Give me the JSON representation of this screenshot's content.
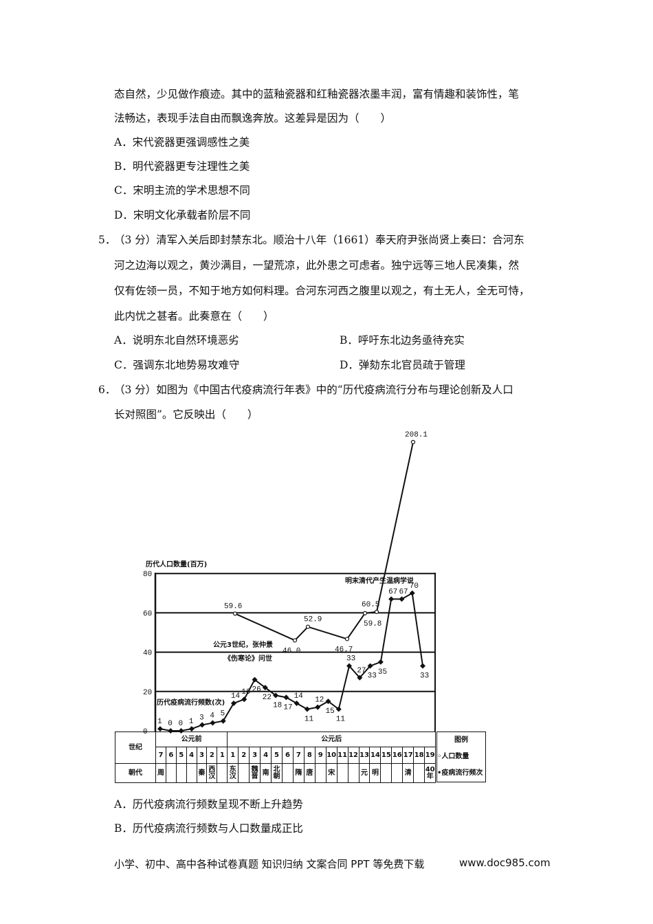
{
  "q4_cont": {
    "line1": "态自然，少见做作痕迹。其中的蓝釉瓷器和红釉瓷器浓墨丰润，富有情趣和装饰性，笔",
    "line2": "法畅达，表现手法自由而飘逸奔放。这差异是因为（　　）",
    "options": [
      "A．宋代瓷器更强调感性之美",
      "B．明代瓷器更专注理性之美",
      "C．宋明主流的学术思想不同",
      "D．宋明文化承载者阶层不同"
    ]
  },
  "q5": {
    "num": "5．",
    "line1": "（3 分）清军入关后即封禁东北。顺治十八年（1661）奉天府尹张尚贤上奏曰：合河东",
    "line2": "河之边海以观之，黄沙满目，一望荒凉，此外患之可虑者。独宁远等三地人民凑集，然",
    "line3": "仅有佐领一员，不知于地方如何料理。合河东河西之腹里以观之，有土无人，全无可恃，",
    "line4": "此内忧之甚者。此奏意在（　　）",
    "options": [
      "A．说明东北自然环境恶劣",
      "B．呼吁东北边务亟待充实",
      "C．强调东北地势易攻难守",
      "D．弹劾东北官员疏于管理"
    ]
  },
  "q6": {
    "num": "6．",
    "line1": "（3 分）如图为《中国古代疫病流行年表》中的“历代疫病流行分布与理论创新及人口",
    "line2": "长对照图”。它反映出（　　）",
    "options": [
      "A．历代疫病流行频数呈现不断上升趋势",
      "B．历代疫病流行频数与人口数量成正比"
    ]
  },
  "chart_data": {
    "type": "line",
    "ylabel": "历代人口数量(百万)",
    "yticks": [
      "80",
      "60",
      "40",
      "20",
      "0"
    ],
    "ylim": [
      0,
      80
    ],
    "annotations": [
      "明末清代产生温病学说",
      "公元3世纪，张仲景",
      "《伤寒论》问世",
      "历代疫病流行频数(次)"
    ],
    "series": [
      {
        "name": "人口数量",
        "marker": "open-circle",
        "values": [
          59.6,
          46.0,
          52.9,
          46.7,
          59.8,
          60.5,
          208.1
        ],
        "labels": [
          "59.6",
          "46.0",
          "52.9",
          "46.7",
          "59.8",
          "60.5",
          "208.1"
        ]
      },
      {
        "name": "疫病流行频次",
        "marker": "filled-diamond",
        "values": [
          1,
          0,
          0,
          1,
          3,
          4,
          5,
          14,
          16,
          26,
          22,
          18,
          17,
          14,
          11,
          12,
          15,
          11,
          33,
          27,
          33,
          35,
          67,
          67,
          70,
          33
        ]
      }
    ],
    "table": {
      "row_label_century": "世纪",
      "row_label_dynasty": "朝代",
      "bc": "公元前",
      "ad": "公元后",
      "centuries_bc": [
        "7",
        "6",
        "5",
        "4",
        "3",
        "2",
        "1"
      ],
      "centuries_ad": [
        "1",
        "2",
        "3",
        "4",
        "5",
        "6",
        "7",
        "8",
        "9",
        "10",
        "11",
        "12",
        "13",
        "14",
        "15",
        "16",
        "17",
        "18",
        "19"
      ],
      "dynasties": [
        "周",
        "",
        "",
        "",
        "秦",
        "西汉",
        "",
        "东汉",
        "",
        "魏晋",
        "南",
        "北朝",
        "",
        "隋",
        "唐",
        "",
        "宋",
        "",
        "",
        "元",
        "明",
        "",
        "",
        "清",
        "",
        "40年"
      ]
    },
    "legend": {
      "title": "图例",
      "items": [
        "◦人口数量",
        "•疫病流行频次"
      ]
    }
  },
  "footer": {
    "text": "小学、初中、高中各种试卷真题  知识归纳  文案合同  PPT 等免费下载",
    "url": "www.doc985.com"
  }
}
